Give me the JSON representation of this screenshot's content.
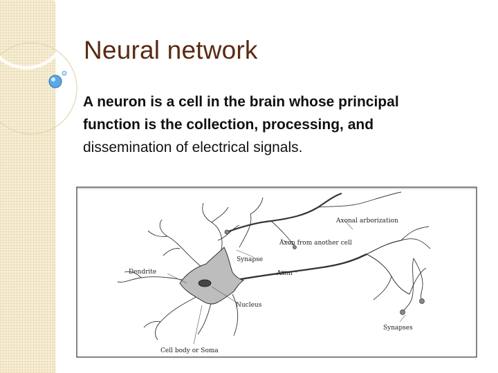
{
  "slide": {
    "title": "Neural network",
    "body_line1": "A neuron is a cell in the brain whose principal",
    "body_line2": "function is the collection, processing, and",
    "body_line3": "dissemination of electrical signals."
  },
  "figure": {
    "labels": {
      "axonal_arborization": "Axonal arborization",
      "axon_from_another_cell": "Axon from another cell",
      "synapse": "Synapse",
      "axon": "Axon",
      "dendrite": "Dendrite",
      "nucleus": "Nucleus",
      "synapses": "Synapses",
      "cell_body": "Cell body or Soma"
    }
  },
  "colors": {
    "title": "#5a2a12",
    "sidebar": "#f7efd7",
    "accent_bubble": "#5aa9e6"
  }
}
